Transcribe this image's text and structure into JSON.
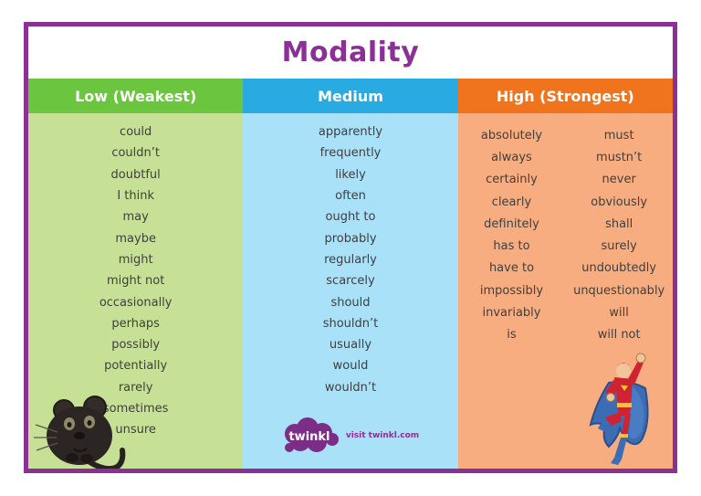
{
  "title": "Modality",
  "columns": [
    {
      "label": "Low (Weakest)",
      "header_color": "#6bc53e",
      "body_color": "#c6e195",
      "words": [
        "could",
        "couldn’t",
        "doubtful",
        "I think",
        "may",
        "maybe",
        "might",
        "might not",
        "occasionally",
        "perhaps",
        "possibly",
        "potentially",
        "rarely",
        "sometimes",
        "unsure"
      ]
    },
    {
      "label": "Medium",
      "header_color": "#29abe2",
      "body_color": "#a9e1f9",
      "words": [
        "apparently",
        "frequently",
        "likely",
        "often",
        "ought to",
        "probably",
        "regularly",
        "scarcely",
        "should",
        "shouldn’t",
        "usually",
        "would",
        "wouldn’t"
      ]
    },
    {
      "label": "High (Strongest)",
      "header_color": "#f0741e",
      "body_color": "#f8ad80",
      "words_col1": [
        "absolutely",
        "always",
        "certainly",
        "clearly",
        "definitely",
        "has to",
        "have to",
        "impossibly",
        "invariably",
        "is"
      ],
      "words_col2": [
        "must",
        "mustn’t",
        "never",
        "obviously",
        "shall",
        "surely",
        "undoubtedly",
        "unquestionably",
        "will",
        "will not"
      ]
    }
  ],
  "branding": {
    "logo_text": "twinkl",
    "tagline": "visit twinkl.com"
  },
  "images": {
    "mouse": "mouse illustration",
    "superhero": "superhero illustration"
  },
  "colors": {
    "frame_purple": "#8a3096",
    "title_purple": "#8a3096",
    "word_text": "#3f3f3f"
  }
}
